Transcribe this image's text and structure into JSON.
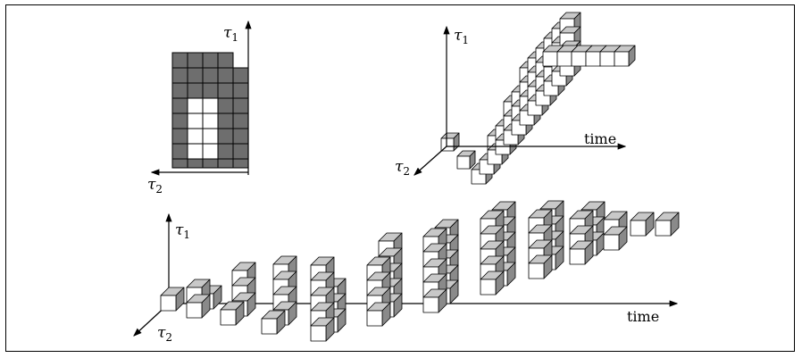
{
  "diagram": {
    "panel_a": {
      "axis_vertical": "τ",
      "axis_vertical_sub": "1",
      "axis_depth": "τ",
      "axis_depth_sub": "2"
    },
    "panel_b": {
      "axis_vertical": "τ",
      "axis_vertical_sub": "1",
      "axis_depth": "τ",
      "axis_depth_sub": "2",
      "axis_time": "time"
    },
    "panel_c": {
      "axis_vertical": "τ",
      "axis_vertical_sub": "1",
      "axis_depth": "τ",
      "axis_depth_sub": "2",
      "axis_time": "time"
    }
  },
  "colors": {
    "cube_front": "#ffffff",
    "cube_top": "#c8c8c8",
    "cube_side": "#8a8a8a",
    "grid_fill": "#6e6e6e",
    "stroke": "#000000"
  }
}
